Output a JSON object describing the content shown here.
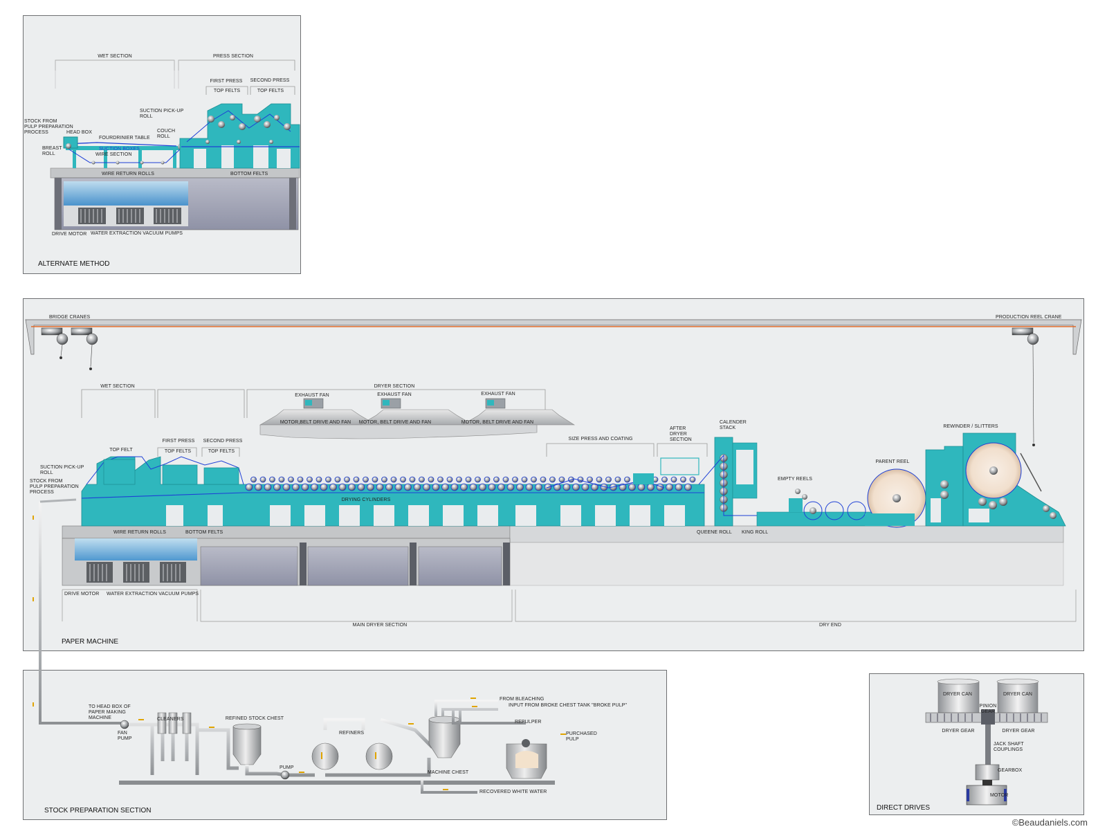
{
  "alternate": {
    "title": "ALTERNATE METHOD",
    "labels": {
      "wet_section": "WET SECTION",
      "press_section": "PRESS SECTION",
      "first_press": "FIRST PRESS",
      "second_press": "SECOND PRESS",
      "top_felts_1": "TOP FELTS",
      "top_felts_2": "TOP FELTS",
      "suction_pickup": "SUCTION PICK-UP\nROLL",
      "stock_from": "STOCK FROM\nPULP PREPARATION\nPROCESS",
      "head_box": "HEAD BOX",
      "fourdrinier": "FOURDRINIER TABLE",
      "couch_roll": "COUCH\nROLL",
      "breast_roll": "BREAST\nROLL",
      "suction_boxes": "SUCTION BOXES",
      "wire_section": "WIRE SECTION",
      "wire_return": "WIRE RETURN ROLLS",
      "bottom_felts": "BOTTOM FELTS",
      "drive_motor": "DRIVE MOTOR",
      "vacuum_pumps": "WATER EXTRACTION VACUUM PUMPS"
    }
  },
  "paper_machine": {
    "title": "PAPER MACHINE",
    "labels": {
      "bridge_cranes": "BRIDGE CRANES",
      "production_reel_crane": "PRODUCTION REEL CRANE",
      "wet_section": "WET SECTION",
      "dryer_section": "DRYER SECTION",
      "exhaust_fan_1": "EXHAUST FAN",
      "exhaust_fan_2": "EXHAUST FAN",
      "exhaust_fan_3": "EXHAUST FAN",
      "motor_1": "MOTOR,BELT DRIVE AND FAN",
      "motor_2": "MOTOR, BELT DRIVE AND FAN",
      "motor_3": "MOTOR, BELT DRIVE AND FAN",
      "top_felt": "TOP FELT",
      "first_press": "FIRST PRESS",
      "second_press": "SECOND PRESS",
      "top_felts_1": "TOP FELTS",
      "top_felts_2": "TOP FELTS",
      "suction_pickup": "SUCTION PICK-UP\nROLL",
      "stock_from": "STOCK FROM\nPULP PREPARATION\nPROCESS",
      "drying_cylinders": "DRYING CYLINDERS",
      "size_press": "SIZE PRESS AND COATING",
      "after_dryer": "AFTER\nDRYER\nSECTION",
      "calender_stack": "CALENDER\nSTACK",
      "empty_reels": "EMPTY REELS",
      "parent_reel": "PARENT REEL",
      "rewinder": "REWINDER / SLITTERS",
      "wire_return": "WIRE RETURN ROLLS",
      "bottom_felts": "BOTTOM FELTS",
      "queene_roll": "QUEENE ROLL",
      "king_roll": "KING ROLL",
      "drive_motor": "DRIVE MOTOR",
      "vacuum_pumps": "WATER EXTRACTION VACUUM PUMPS",
      "main_dryer": "MAIN DRYER SECTION",
      "dry_end": "DRY END"
    }
  },
  "stock_prep": {
    "title": "STOCK PREPARATION SECTION",
    "labels": {
      "to_head_box": "TO HEAD BOX OF\nPAPER MAKING\nMACHINE",
      "fan_pump": "FAN\nPUMP",
      "cleaners": "CLEANERS",
      "refined_chest": "REFINED STOCK CHEST",
      "pump": "PUMP",
      "refiners": "REFINERS",
      "from_bleaching": "FROM BLEACHING",
      "broke_input": "INPUT FROM BROKE CHEST TANK  \"BROKE PULP\"",
      "repulper": "REPULPER",
      "purchased_pulp": "PURCHASED\nPULP",
      "machine_chest": "MACHINE CHEST",
      "recovered_water": "RECOVERED WHITE WATER"
    }
  },
  "direct_drives": {
    "title": "DIRECT DRIVES",
    "labels": {
      "dryer_can_1": "DRYER CAN",
      "dryer_can_2": "DRYER CAN",
      "pinion_gear": "PINION\nGEAR",
      "dryer_gear_1": "DRYER GEAR",
      "dryer_gear_2": "DRYER GEAR",
      "jack_shaft": "JACK SHAFT\nCOUPLINGS",
      "gearbox": "GEARBOX",
      "motor": "MOTOR"
    }
  },
  "copyright": "©Beaudaniels.com",
  "colors": {
    "machine": "#2fb7bd",
    "machine_dark": "#1c8d92",
    "paper_web": "#1d3fd6",
    "crane_rail": "#e06a2a",
    "floor": "#bdbfc1",
    "pit": "#9a9cab",
    "water": "#5aa8e0",
    "panel_bg": "#eceeef"
  }
}
